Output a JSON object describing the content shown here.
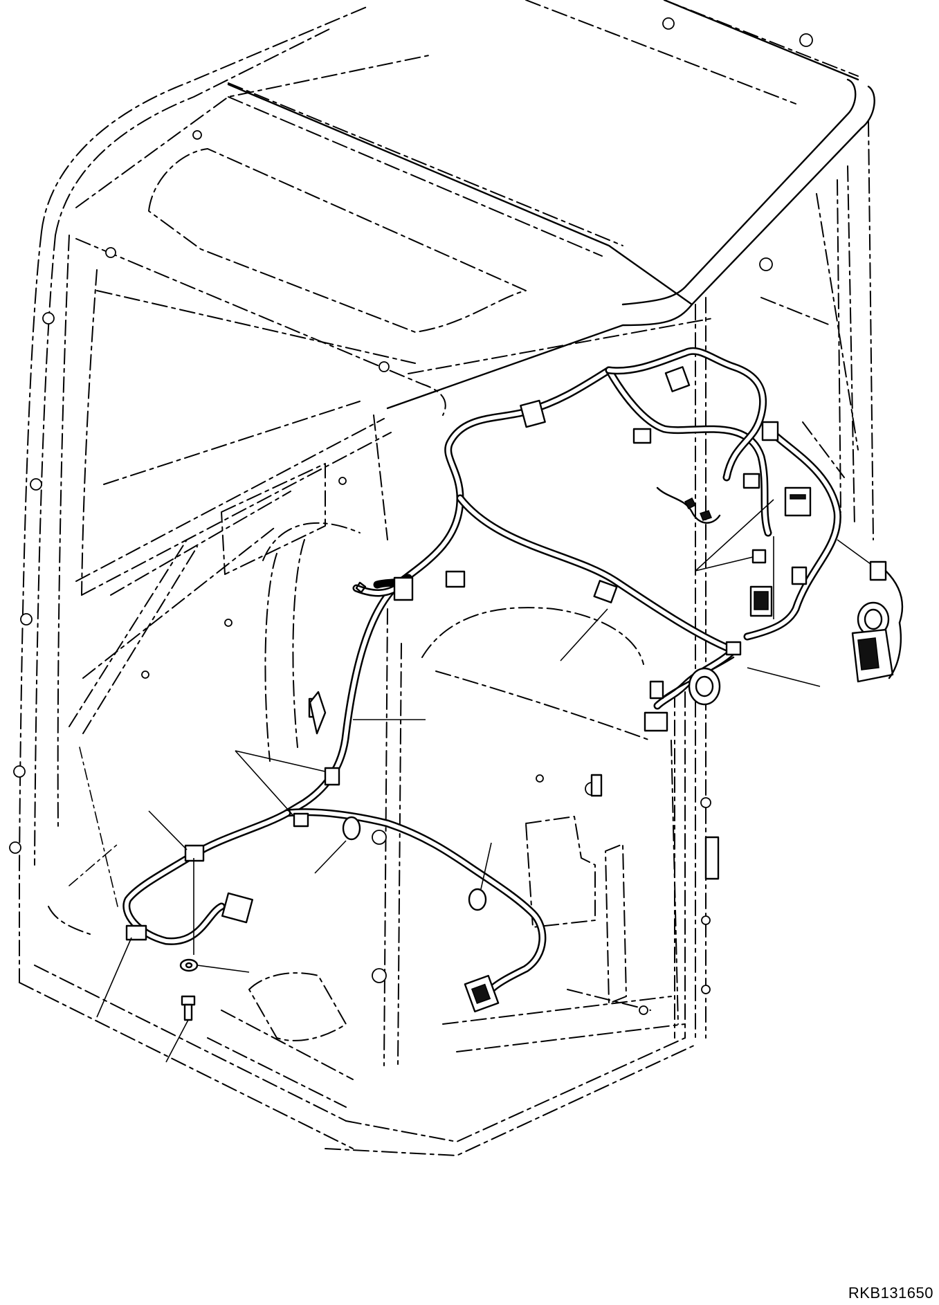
{
  "drawing_code": "RKB131650",
  "parts": [
    {
      "name": "main-harness"
    },
    {
      "name": "clamp"
    },
    {
      "name": "clip"
    },
    {
      "name": "band"
    },
    {
      "name": "washer"
    },
    {
      "name": "bolt"
    },
    {
      "name": "connector"
    },
    {
      "name": "relay"
    },
    {
      "name": "switch-assembly"
    }
  ]
}
